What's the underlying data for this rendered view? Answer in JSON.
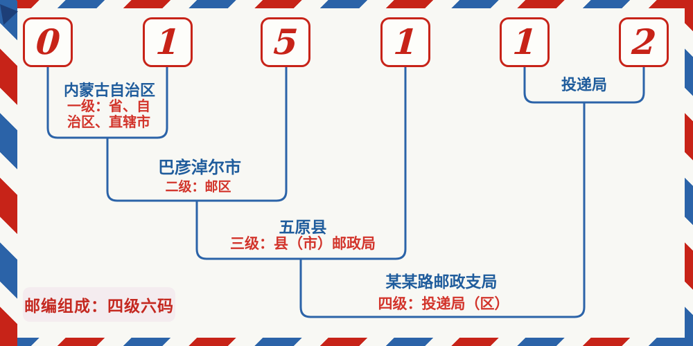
{
  "postal_code": {
    "digits": [
      "0",
      "1",
      "5",
      "1",
      "1",
      "2"
    ]
  },
  "levels": [
    {
      "name": "内蒙古自治区",
      "desc_line1": "一级：省、自",
      "desc_line2": "治区、直辖市"
    },
    {
      "name": "巴彦淖尔市",
      "desc": "二级：邮区"
    },
    {
      "name": "五原县",
      "desc": "三级：县（市）邮政局"
    },
    {
      "name": "某某路邮政支局",
      "desc": "四级：投递局（区）"
    }
  ],
  "delivery_label": "投递局",
  "footer": {
    "composition_label": "邮编组成：四级六码"
  },
  "colors": {
    "stripe_red": "#c72318",
    "stripe_blue": "#2b63a8",
    "digit_red": "#c72318",
    "text_blue": "#1f5c9c",
    "text_red": "#d2342b",
    "background": "#f8f8f4",
    "badge_background": "#f4ecef",
    "corner_navy": "#1c3b72"
  }
}
